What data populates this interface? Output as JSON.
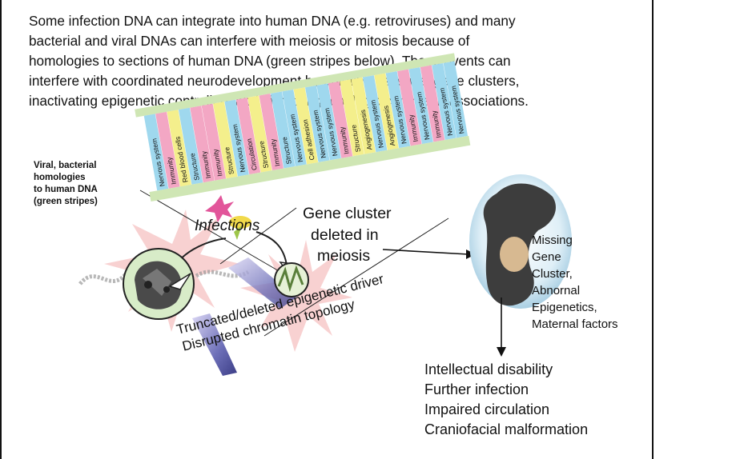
{
  "intro_lines": [
    "Some infection DNA can integrate into human DNA (e.g. retroviruses) and many",
    "bacterial and viral DNAs can interfere with meiosis or mitosis because of",
    "homologies to sections of human DNA  (green stripes below). These events can",
    "interfere with coordinated neurodevelopment by deleting essential gene clusters,",
    "inactivating epigenetic controllers and disrupting topologic chromatin associations."
  ],
  "side_label": [
    "Viral, bacterial",
    "homologies",
    "to human DNA",
    "(green stripes)"
  ],
  "stripes": [
    {
      "label": "Nervous system",
      "color": "#9fd8ee"
    },
    {
      "label": "Immunity",
      "color": "#f3a7c4"
    },
    {
      "label": "Red blood cells",
      "color": "#f4ef8c"
    },
    {
      "label": "Structure",
      "color": "#9fd8ee"
    },
    {
      "label": "Immunity",
      "color": "#f3a7c4"
    },
    {
      "label": "Immunity",
      "color": "#f3a7c4"
    },
    {
      "label": "Structure",
      "color": "#f4ef8c"
    },
    {
      "label": "Nervous system",
      "color": "#9fd8ee"
    },
    {
      "label": "Circulation",
      "color": "#f3a7c4"
    },
    {
      "label": "Structure",
      "color": "#f4ef8c"
    },
    {
      "label": "Immunity",
      "color": "#f3a7c4"
    },
    {
      "label": "Structure",
      "color": "#9fd8ee"
    },
    {
      "label": "Nervous system",
      "color": "#9fd8ee"
    },
    {
      "label": "Cell adhesion",
      "color": "#f4ef8c"
    },
    {
      "label": "Nervous system",
      "color": "#9fd8ee"
    },
    {
      "label": "Nervous system",
      "color": "#9fd8ee"
    },
    {
      "label": "Immunity",
      "color": "#f3a7c4"
    },
    {
      "label": "Structure",
      "color": "#f4ef8c"
    },
    {
      "label": "Angiogenesis",
      "color": "#f4ef8c"
    },
    {
      "label": "Nervous system",
      "color": "#9fd8ee"
    },
    {
      "label": "Angiogenesis",
      "color": "#f4ef8c"
    },
    {
      "label": "Nervous system",
      "color": "#9fd8ee"
    },
    {
      "label": "Immunity",
      "color": "#f3a7c4"
    },
    {
      "label": "Nervous system",
      "color": "#9fd8ee"
    },
    {
      "label": "Immunity",
      "color": "#f3a7c4"
    },
    {
      "label": "Nervous system",
      "color": "#9fd8ee"
    },
    {
      "label": "Nervous system",
      "color": "#9fd8ee"
    }
  ],
  "infections_label": "Infections",
  "gene_cluster_lines": [
    "Gene cluster",
    "deleted in",
    "meiosis"
  ],
  "epigenetic_lines": [
    "Truncated/deleted epigenetic driver",
    "Disrupted chromatin topology"
  ],
  "missing_lines": [
    "Missing",
    "Gene",
    "Cluster,",
    "Abnornal",
    "Epigenetics,",
    "Maternal factors"
  ],
  "outcomes": [
    "Intellectual disability",
    "Further infection",
    "Impaired circulation",
    "Craniofacial malformation"
  ],
  "colors": {
    "homology_green": "#cfe6b4",
    "stripe_blue": "#9fd8ee",
    "stripe_pink": "#f3a7c4",
    "stripe_yellow": "#f4ef8c",
    "burst": "#f4b8b8",
    "nucleus": "#3a3a3a"
  }
}
